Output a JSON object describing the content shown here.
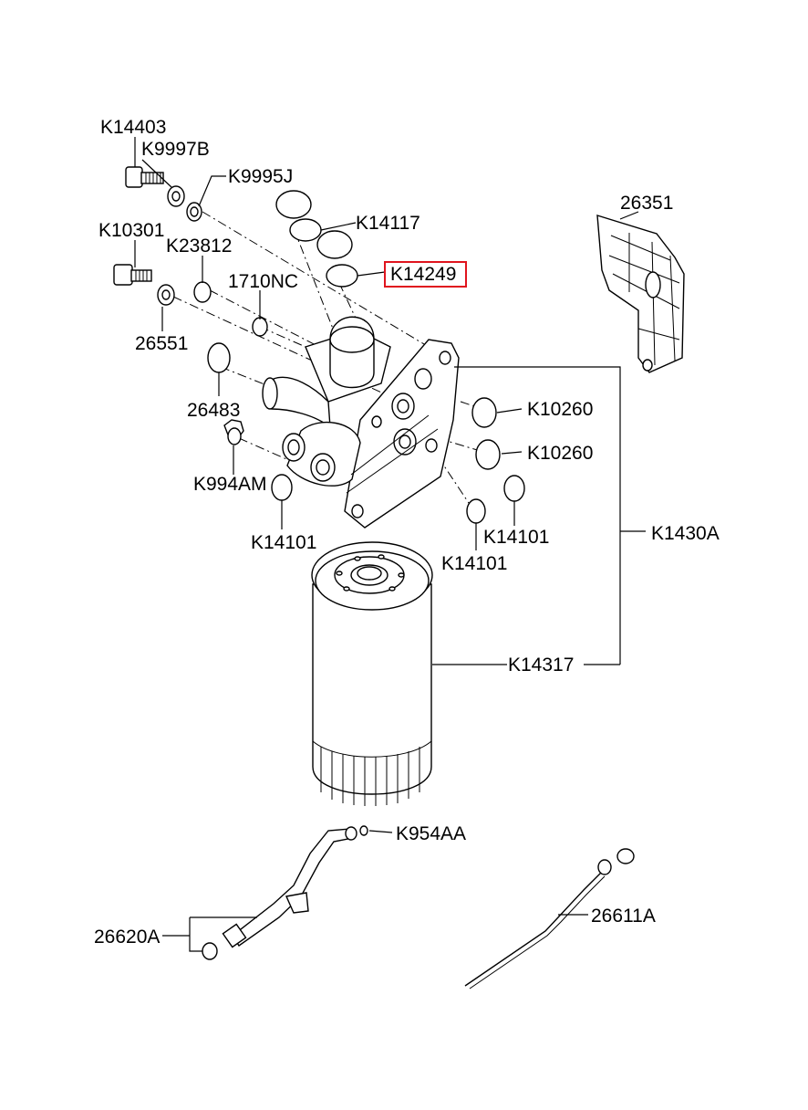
{
  "labels": {
    "k14403": "K14403",
    "k9997b": "K9997B",
    "k9995j": "K9995J",
    "k14117": "K14117",
    "k14249": "K14249",
    "p26351": "26351",
    "k10301": "K10301",
    "k23812": "K23812",
    "p1710nc": "1710NC",
    "p26551": "26551",
    "p26483": "26483",
    "k10260_a": "K10260",
    "k10260_b": "K10260",
    "k994am": "K994AM",
    "k14101_a": "K14101",
    "k14101_b": "K14101",
    "k14101_c": "K14101",
    "k1430a": "K1430A",
    "k14317": "K14317",
    "k954aa": "K954AA",
    "p26620a": "26620A",
    "p26611a": "26611A"
  },
  "highlight": {
    "label": "k14249",
    "color": "#e0141e"
  }
}
